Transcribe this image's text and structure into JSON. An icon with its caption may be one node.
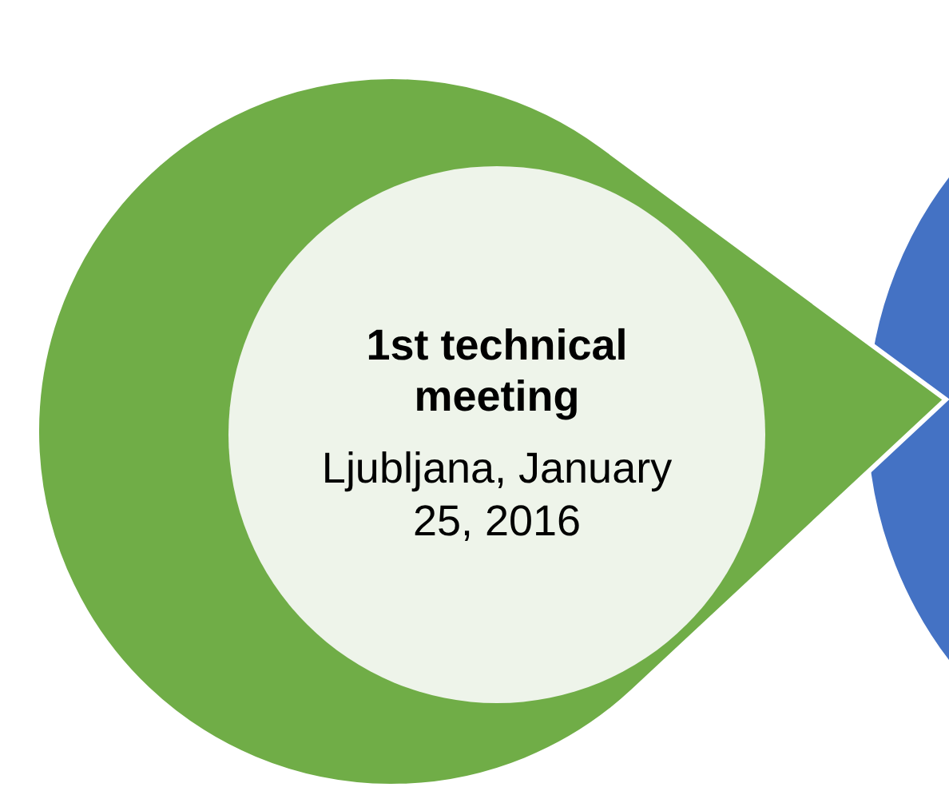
{
  "diagram": {
    "nodes": [
      {
        "text": [],
        "shape": "teardrop"
      },
      {
        "text": [
          "1st technical meeting",
          "Ljubljana, January 25, 2016"
        ],
        "in": 0
      },
      {
        "text": [],
        "shape": "circle"
      }
    ]
  }
}
